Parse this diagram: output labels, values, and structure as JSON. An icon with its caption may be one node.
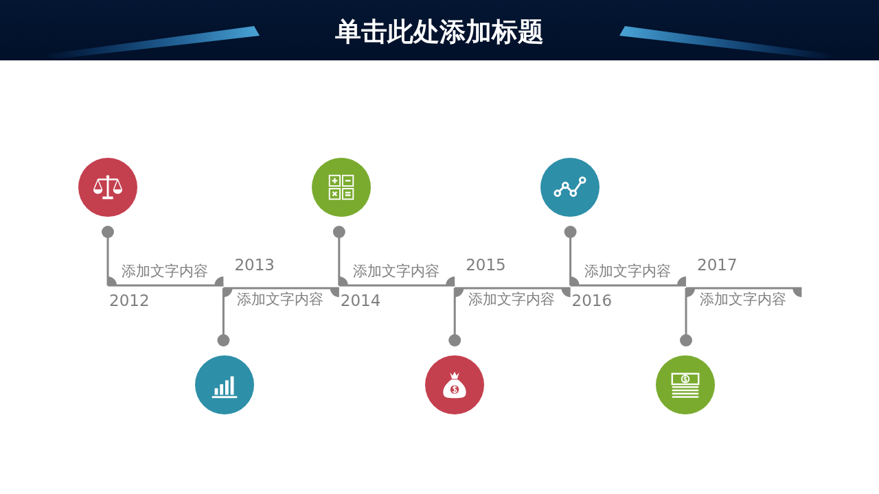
{
  "diagram": {
    "title": "单击此处添加标题",
    "nodes": [
      {
        "text": [],
        "shape": "circle"
      },
      {
        "text": [],
        "shape": "circle"
      },
      {
        "text": [],
        "shape": "circle"
      },
      {
        "text": [],
        "shape": "circle"
      },
      {
        "text": [],
        "shape": "circle"
      },
      {
        "text": [],
        "shape": "circle"
      }
    ],
    "labels": [
      "添加文字内容",
      "2012",
      "添加文字内容",
      "2013",
      "添加文字内容",
      "2014",
      "添加文字内容",
      "2015",
      "添加文字内容",
      "2016",
      "添加文字内容",
      "2017"
    ]
  }
}
